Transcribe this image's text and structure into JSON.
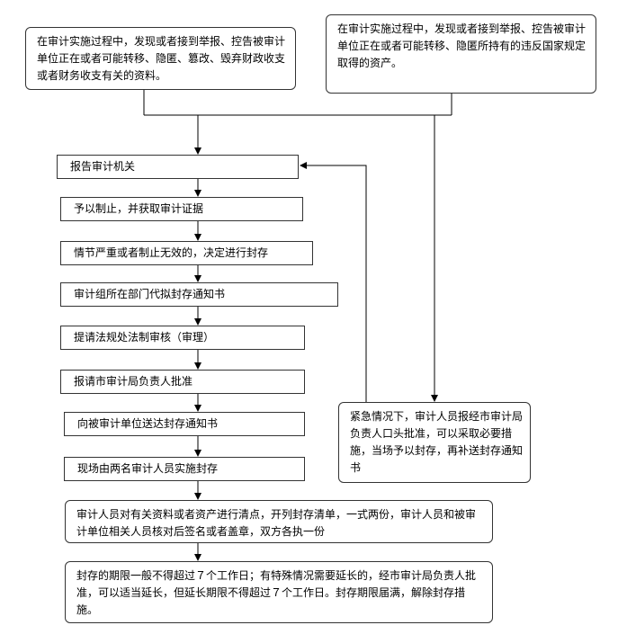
{
  "top_left": "在审计实施过程中，发现或者接到举报、控告被审计单位正在或者可能转移、隐匿、篡改、毁弃财政收支或者财务收支有关的资料。",
  "top_right": "在审计实施过程中，发现或者接到举报、控告被审计单位正在或者可能转移、隐匿所持有的违反国家规定取得的资产。",
  "steps": [
    "报告审计机关",
    "予以制止，并获取审计证据",
    "情节严重或者制止无效的，决定进行封存",
    "审计组所在部门代拟封存通知书",
    "提请法规处法制审核（审理）",
    "报请市审计局负责人批准",
    "向被审计单位送达封存通知书",
    "现场由两名审计人员实施封存",
    "审计人员对有关资料或者资产进行清点，开列封存清单，一式两份，审计人员和被审计单位相关人员核对后签名或者盖章，双方各执一份",
    "封存的期限一般不得超过７个工作日；有特殊情况需要延长的，经市审计局负责人批准，可以适当延长，但延长期限不得超过７个工作日。封存期限届满，解除封存措施。"
  ],
  "emergency": "紧急情况下，审计人员报经市审计局负责人口头批准，可以采取必要措施，当场予以封存，再补送封存通知书"
}
